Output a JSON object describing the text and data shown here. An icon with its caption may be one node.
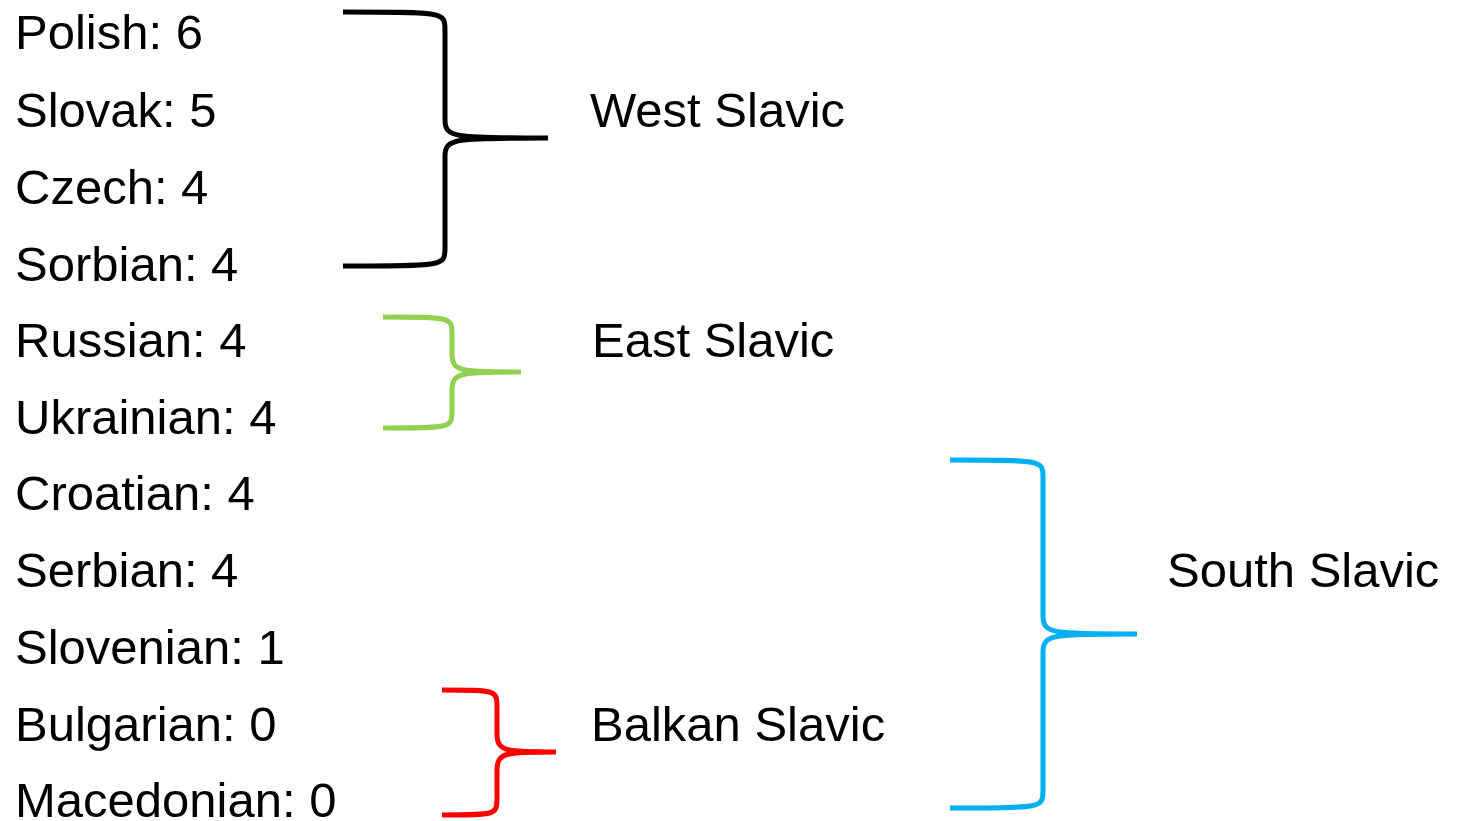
{
  "diagram": {
    "labels": [
      "Polish: 6",
      "Slovak: 5",
      "West Slavic",
      "Czech: 4",
      "Sorbian: 4",
      "Russian: 4",
      "East Slavic",
      "Ukrainian: 4",
      "Croatian: 4",
      "Serbian: 4",
      "South Slavic",
      "Slovenian: 1",
      "Bulgarian: 0",
      "Balkan Slavic",
      "Macedonian: 0"
    ]
  }
}
